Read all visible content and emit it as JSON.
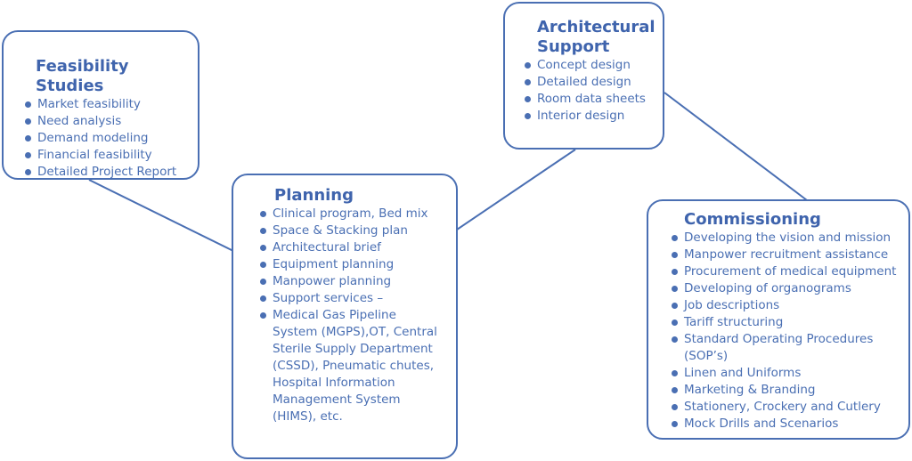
{
  "colors": {
    "accent": "#4a6fb3",
    "background": "#ffffff"
  },
  "feasibility": {
    "title": "Feasibility Studies",
    "items": [
      "Market feasibility",
      "Need analysis",
      "Demand modeling",
      "Financial feasibility",
      "Detailed Project Report"
    ]
  },
  "architectural": {
    "title_line1": "Architectural",
    "title_line2": "Support",
    "items": [
      "Concept design",
      "Detailed design",
      "Room data  sheets",
      "Interior design"
    ]
  },
  "planning": {
    "title": "Planning",
    "items": [
      "Clinical program, Bed mix",
      "Space & Stacking plan",
      "Architectural brief",
      "Equipment planning",
      "Manpower planning",
      "Support services –",
      "Medical Gas Pipeline System (MGPS),OT, Central  Sterile Supply Department (CSSD), Pneumatic chutes, Hospital Information Management System (HIMS), etc."
    ]
  },
  "commissioning": {
    "title": "Commissioning",
    "items": [
      "Developing the vision and mission",
      "Manpower recruitment assistance",
      "Procurement of medical equipment",
      "Developing of organograms",
      "Job descriptions",
      "Tariff structuring",
      "Standard Operating Procedures (SOP’s)",
      "Linen and Uniforms",
      "Marketing & Branding",
      "Stationery, Crockery and Cutlery",
      "Mock Drills and Scenarios"
    ]
  }
}
